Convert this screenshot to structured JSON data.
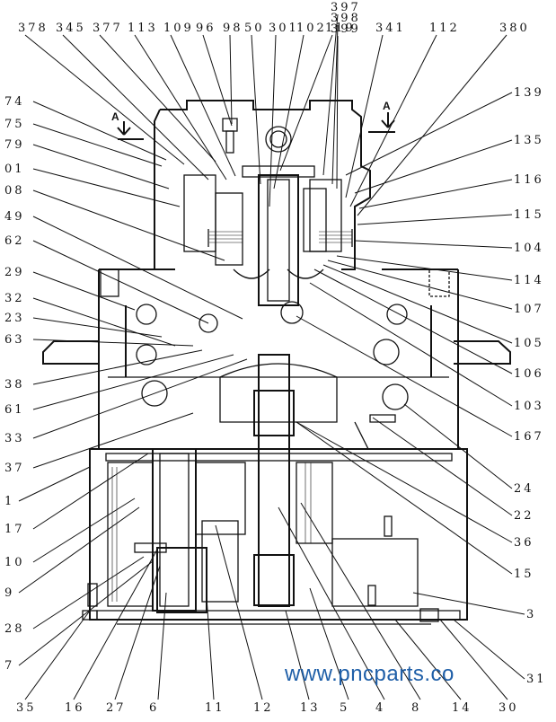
{
  "diagram": {
    "section_marks": [
      "A",
      "A"
    ],
    "top_labels": [
      "378",
      "345",
      "377",
      "113",
      "109",
      "96",
      "98",
      "50",
      "301",
      "102",
      "119",
      "397",
      "398",
      "399",
      "341",
      "112",
      "380"
    ],
    "left_labels": [
      "74",
      "75",
      "79",
      "01",
      "08",
      "49",
      "62",
      "29",
      "32",
      "23",
      "63",
      "38",
      "61",
      "33",
      "37",
      "1",
      "17",
      "10",
      "9",
      "28",
      "7"
    ],
    "right_labels": [
      "139",
      "135",
      "116",
      "115",
      "104",
      "114",
      "107",
      "105",
      "106",
      "103",
      "167",
      "24",
      "22",
      "36",
      "15",
      "3",
      "31"
    ],
    "bottom_labels": [
      "35",
      "16",
      "27",
      "6",
      "11",
      "12",
      "13",
      "5",
      "4",
      "8",
      "14",
      "30"
    ],
    "watermark": "www.pncparts.co"
  }
}
